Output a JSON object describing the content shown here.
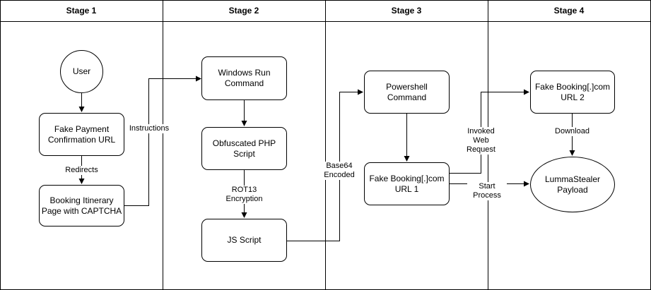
{
  "stages": [
    "Stage 1",
    "Stage 2",
    "Stage 3",
    "Stage 4"
  ],
  "nodes": {
    "user": "User",
    "fake_payment": "Fake Payment\nConfirmation URL",
    "booking_itinerary": "Booking Itinerary\nPage with CAPTCHA",
    "windows_run": "Windows Run\nCommand",
    "obfuscated_php": "Obfuscated PHP\nScript",
    "js_script": "JS Script",
    "powershell": "Powershell\nCommand",
    "fake_booking_1": "Fake Booking[.]com\nURL 1",
    "fake_booking_2": "Fake Booking[.]com\nURL 2",
    "lumma_payload": "LummaStealer\nPayload"
  },
  "edges": {
    "redirects": "Redirects",
    "instructions": "Instructions",
    "rot13": "ROT13\nEncryption",
    "base64": "Base64\nEncoded",
    "invoked": "Invoked\nWeb\nRequest",
    "start": "Start\nProcess",
    "download": "Download"
  }
}
